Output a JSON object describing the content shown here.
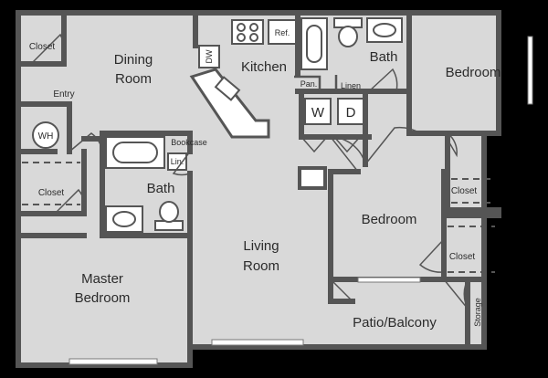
{
  "rooms": {
    "dining": [
      "Dining",
      "Room"
    ],
    "kitchen": "Kitchen",
    "bath_top": "Bath",
    "bedroom_right": "Bedroom",
    "entry": "Entry",
    "closet_entry": "Closet",
    "wh": "WH",
    "closet_left": "Closet",
    "bath_master": "Bath",
    "bookcase": "Bookcase",
    "lin_small": "Lin.",
    "living": [
      "Living",
      "Room"
    ],
    "master": [
      "Master",
      "Bedroom"
    ],
    "bedroom_mid": "Bedroom",
    "closet_right_top": "Closet",
    "closet_right_mid": "Closet",
    "storage": "Storage",
    "patio": "Patio/Balcony",
    "pantry": "Pan.",
    "linen": "Linen",
    "washer": "W",
    "dryer": "D",
    "dw": "DW",
    "ref": "Ref."
  }
}
